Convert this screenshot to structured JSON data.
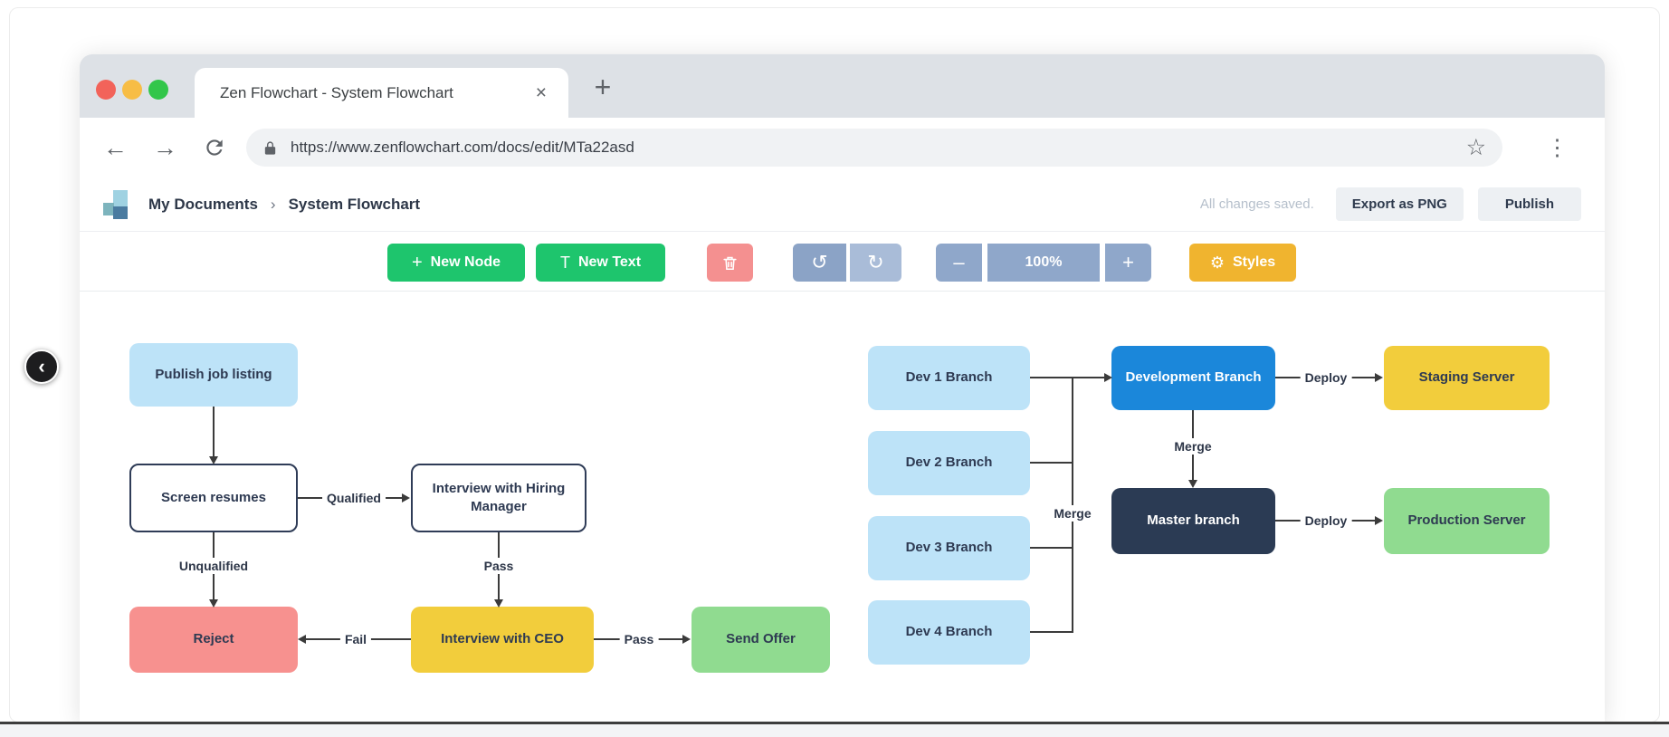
{
  "colors": {
    "green_button": "#1ec56d",
    "red_button": "#f49090",
    "undo_button": "#8ba3c6",
    "redo_button": "#a9bcd8",
    "zoom_button": "#8fa7ca",
    "styles_button": "#f0b42f",
    "node_light_blue": "#bde3f8",
    "node_blue": "#1b87da",
    "node_navy": "#2b3b54",
    "node_yellow": "#f2cd3c",
    "node_green": "#90db90",
    "node_pink": "#f7918f",
    "node_border": "#2f3c57",
    "edge": "#3b3b3b",
    "traffic_red": "#f2635a",
    "traffic_yellow": "#f7bd45",
    "traffic_green": "#32c64a"
  },
  "browser": {
    "tab_title": "Zen Flowchart - System Flowchart",
    "close_tab": "×",
    "new_tab": "+",
    "back": "←",
    "forward": "→",
    "url": "https://www.zenflowchart.com/docs/edit/MTa22asd",
    "star": "☆",
    "menu": "⋮"
  },
  "header": {
    "breadcrumb_root": "My Documents",
    "breadcrumb_sep": "›",
    "doc_title": "System Flowchart",
    "save_status": "All changes saved.",
    "export_button": "Export as PNG",
    "publish_button": "Publish"
  },
  "toolbar": {
    "new_node_plus": "+",
    "new_node": "New Node",
    "new_text_t": "T",
    "new_text": "New Text",
    "undo": "↺",
    "redo": "↻",
    "zoom_out": "–",
    "zoom_level": "100%",
    "zoom_in": "+",
    "styles_gear": "⚙",
    "styles": "Styles"
  },
  "nav": {
    "collapse": "‹"
  },
  "hiring_chart": {
    "nodes": {
      "publish": "Publish job listing",
      "screen": "Screen resumes",
      "interview_hm": "Interview with Hiring Manager",
      "reject": "Reject",
      "interview_ceo": "Interview with CEO",
      "send_offer": "Send Offer"
    },
    "labels": {
      "qualified": "Qualified",
      "unqualified": "Unqualified",
      "pass_hm": "Pass",
      "fail": "Fail",
      "pass_ceo": "Pass"
    }
  },
  "git_chart": {
    "nodes": {
      "dev1": "Dev 1 Branch",
      "dev2": "Dev 2 Branch",
      "dev3": "Dev 3 Branch",
      "dev4": "Dev 4 Branch",
      "development": "Development Branch",
      "staging": "Staging Server",
      "master": "Master branch",
      "production": "Production Server"
    },
    "labels": {
      "merge_trunk": "Merge",
      "merge_down": "Merge",
      "deploy_staging": "Deploy",
      "deploy_production": "Deploy"
    }
  }
}
